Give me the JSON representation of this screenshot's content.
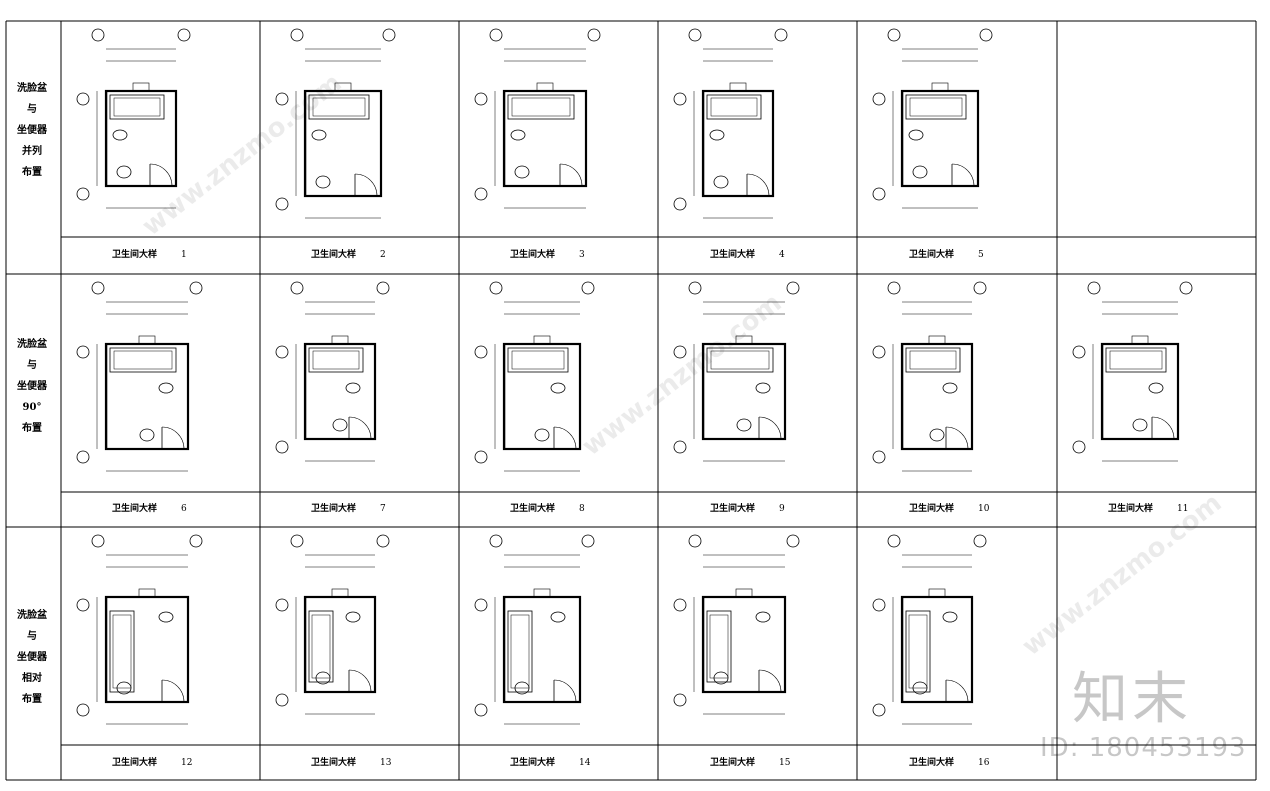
{
  "row_labels": [
    {
      "lines": [
        "洗脸盆",
        "与",
        "坐便器",
        "并列",
        "布置"
      ]
    },
    {
      "lines": [
        "洗脸盆",
        "与",
        "坐便器",
        "90°",
        "布置"
      ]
    },
    {
      "lines": [
        "洗脸盆",
        "与",
        "坐便器",
        "相对",
        "布置"
      ]
    }
  ],
  "plans": [
    {
      "caption": "卫生间大样",
      "number": "1"
    },
    {
      "caption": "卫生间大样",
      "number": "2"
    },
    {
      "caption": "卫生间大样",
      "number": "3"
    },
    {
      "caption": "卫生间大样",
      "number": "4"
    },
    {
      "caption": "卫生间大样",
      "number": "5"
    },
    {
      "caption": "卫生间大样",
      "number": "6"
    },
    {
      "caption": "卫生间大样",
      "number": "7"
    },
    {
      "caption": "卫生间大样",
      "number": "8"
    },
    {
      "caption": "卫生间大样",
      "number": "9"
    },
    {
      "caption": "卫生间大样",
      "number": "10"
    },
    {
      "caption": "卫生间大样",
      "number": "11"
    },
    {
      "caption": "卫生间大样",
      "number": "12"
    },
    {
      "caption": "卫生间大样",
      "number": "13"
    },
    {
      "caption": "卫生间大样",
      "number": "14"
    },
    {
      "caption": "卫生间大样",
      "number": "15"
    },
    {
      "caption": "卫生间大样",
      "number": "16"
    }
  ],
  "watermark": {
    "site": "www.znzmo.com",
    "brand": "知末",
    "id_text": "ID: 180453193"
  }
}
